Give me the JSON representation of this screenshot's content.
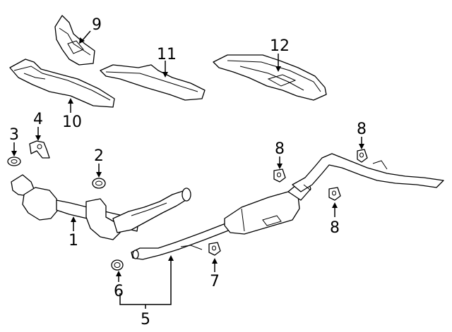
{
  "callouts": {
    "c1": "1",
    "c2": "2",
    "c3": "3",
    "c4": "4",
    "c5": "5",
    "c6": "6",
    "c7": "7",
    "c8a": "8",
    "c8b": "8",
    "c8c": "8",
    "c9": "9",
    "c10": "10",
    "c11": "11",
    "c12": "12"
  }
}
